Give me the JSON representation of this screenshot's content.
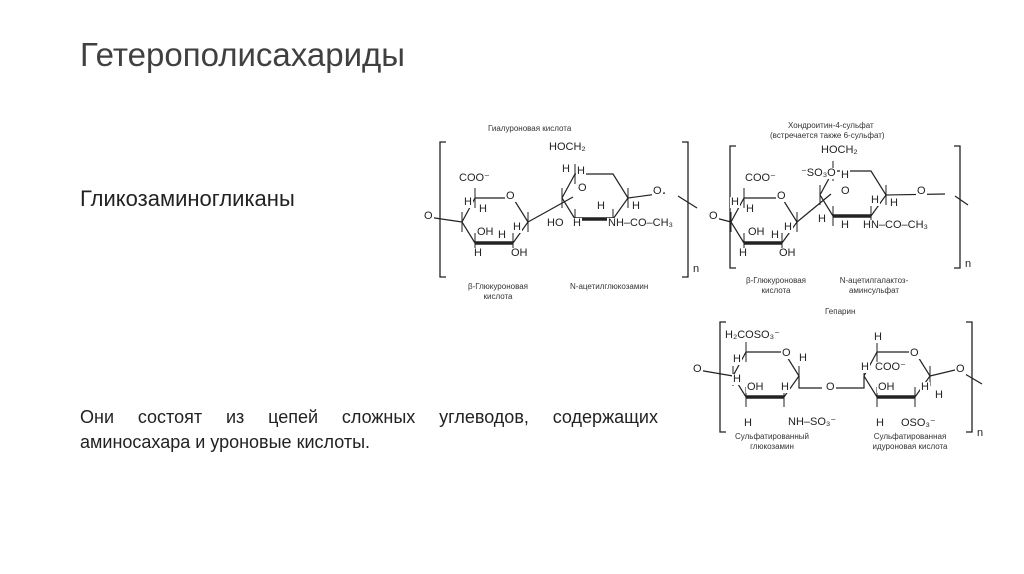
{
  "slide": {
    "title": "Гетерополисахариды",
    "subtitle": "Гликозаминогликаны",
    "paragraph": "Они состоят из цепей сложных углеводов, содержащих аминосахара и уроновые кислоты."
  },
  "figure": {
    "hyaluronic": {
      "title": "Гиалуроновая кислота",
      "unit1": "β-Глюкуроновая кислота",
      "unit2": "N-ацетилглюкозамин",
      "atoms": [
        "COO⁻",
        "H",
        "H",
        "OH",
        "H",
        "H",
        "OH",
        "H",
        "O",
        "HOCH₂",
        "H",
        "H",
        "O",
        "HO",
        "H",
        "H",
        "H",
        "NH–CO–CH₃",
        "O",
        "O",
        "n"
      ]
    },
    "chondroitin": {
      "title": "Хондроитин-4-сульфат",
      "note": "(встречается также 6-сульфат)",
      "unit1": "β-Глюкуроновая кислота",
      "unit2": "N-ацетилгалактоз-аминсульфат",
      "atoms": [
        "COO⁻",
        "H",
        "H",
        "OH",
        "H",
        "H",
        "OH",
        "H",
        "O",
        "HOCH₂",
        "⁻SO₃O",
        "H",
        "O",
        "H",
        "H",
        "H",
        "H",
        "HN–CO–CH₃",
        "O",
        "O",
        "n"
      ]
    },
    "heparin": {
      "title": "Гепарин",
      "unit1": "Сульфатированный глюкозамин",
      "unit2": "Сульфатированная идуроновая кислота",
      "atoms": [
        "H₂COSO₃⁻",
        "H",
        "H",
        "OH",
        "H",
        "H",
        "NH–SO₃⁻",
        "O",
        "H",
        "O",
        "H",
        "H",
        "COO⁻",
        "OH",
        "H",
        "H",
        "H",
        "OSO₃⁻",
        "O",
        "O",
        "O",
        "n"
      ]
    }
  }
}
